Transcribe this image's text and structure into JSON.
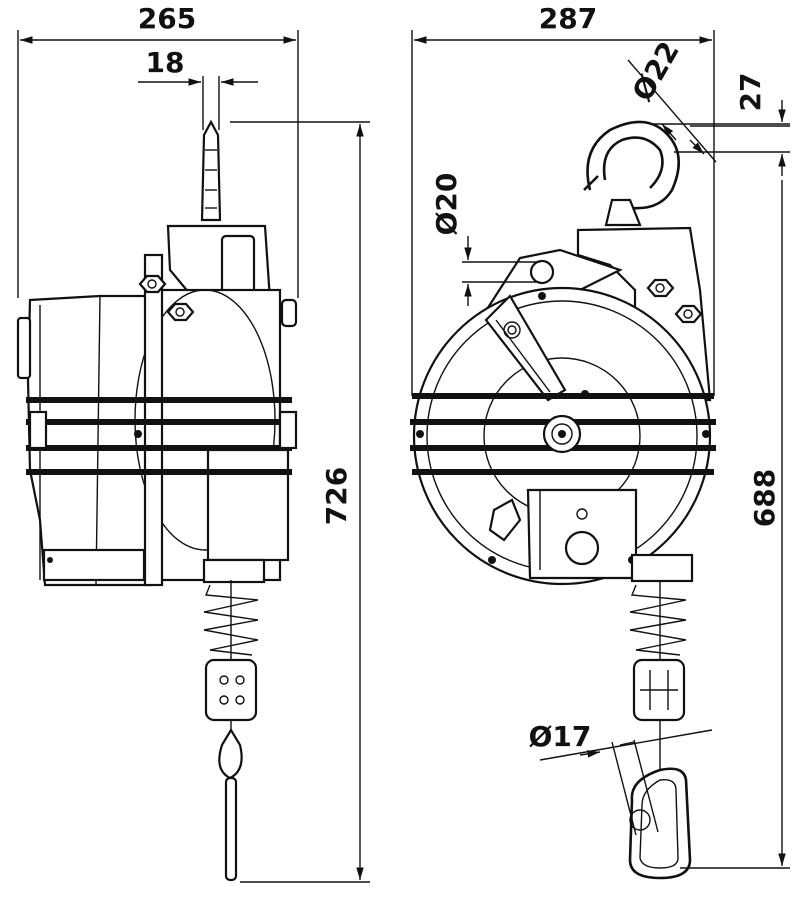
{
  "dimensions": {
    "width_side": "265",
    "pin_width": "18",
    "height_side": "726",
    "width_front": "287",
    "hook_diameter": "Ø22",
    "hook_offset": "27",
    "pivot_diameter": "Ø20",
    "height_front": "688",
    "carabiner_diameter": "Ø17"
  }
}
